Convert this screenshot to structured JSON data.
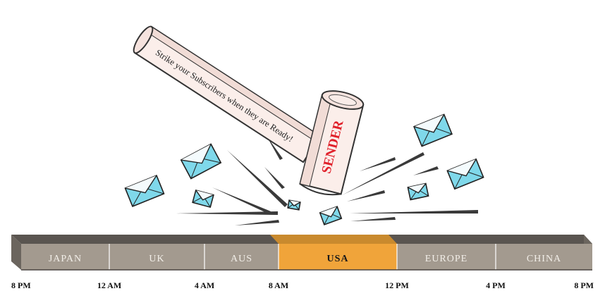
{
  "hammer": {
    "handle_text": "Strike your Subscribers when they are Ready!",
    "head_text": "SENDER",
    "head_text_color": "#e0202a",
    "body_color": "#fbeeea"
  },
  "timeline": {
    "segments": [
      {
        "label": "JAPAN",
        "highlight": false
      },
      {
        "label": "UK",
        "highlight": false
      },
      {
        "label": "AUS",
        "highlight": false
      },
      {
        "label": "USA",
        "highlight": true
      },
      {
        "label": "EUROPE",
        "highlight": false
      },
      {
        "label": "CHINA",
        "highlight": false
      }
    ],
    "times": [
      "8 PM",
      "12 AM",
      "4 AM",
      "8 AM",
      "12 PM",
      "4 PM",
      "8 PM"
    ],
    "bar_color": "#a39a8f",
    "highlight_color": "#f0a43a",
    "highlight_text_color": "#1a1a1a",
    "label_color": "#f2eee8"
  },
  "icons": {
    "envelope": "envelope-icon",
    "envelope_color": "#7fd8ea"
  }
}
